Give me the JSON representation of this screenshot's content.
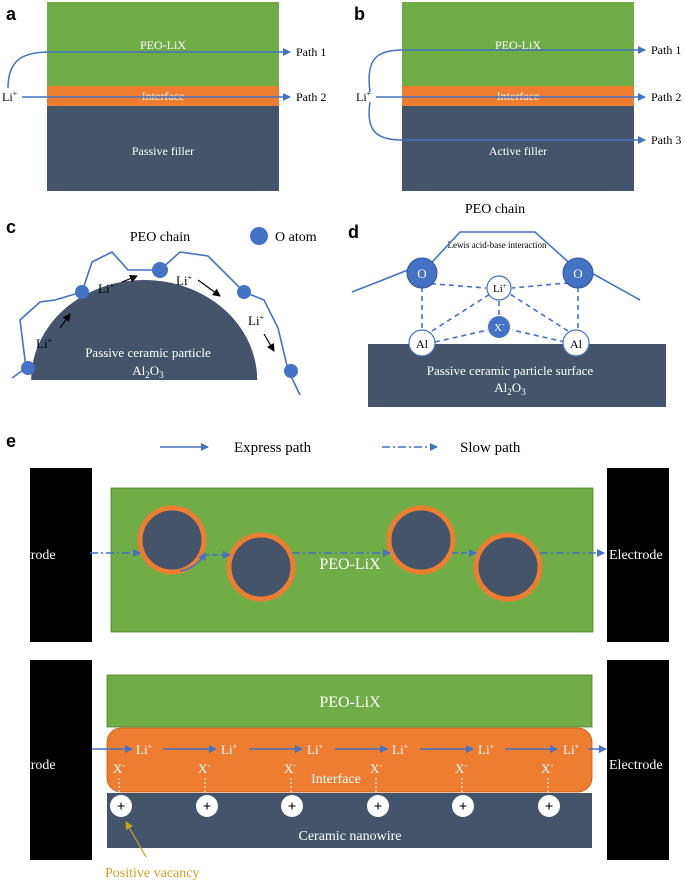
{
  "colors": {
    "green": "#70AD47",
    "orange": "#ED7D31",
    "navy": "#44546A",
    "blue": "#4472C4",
    "black": "#000000",
    "white": "#FFFFFF",
    "gold": "#C9A227"
  },
  "panel_a": {
    "label": "a",
    "layer_top": "PEO-LiX",
    "layer_mid": "Interface",
    "layer_bottom": "Passive filler",
    "ion": "Li",
    "ion_sup": "+",
    "path1": "Path 1",
    "path2": "Path 2"
  },
  "panel_b": {
    "label": "b",
    "layer_top": "PEO-LiX",
    "layer_mid": "Interface",
    "layer_bottom": "Active filler",
    "ion": "Li",
    "ion_sup": "+",
    "path1": "Path 1",
    "path2": "Path 2",
    "path3": "Path 3"
  },
  "panel_c": {
    "label": "c",
    "chain_title": "PEO chain",
    "legend_label": "O atom",
    "particle_line1": "Passive ceramic particle",
    "particle_line2_base": "Al",
    "particle_line2_sub1": "2",
    "particle_line2_mid": "O",
    "particle_line2_sub2": "3",
    "ions": [
      {
        "base": "Li",
        "sup": "+"
      },
      {
        "base": "Li",
        "sup": "+"
      },
      {
        "base": "Li",
        "sup": "+"
      },
      {
        "base": "Li",
        "sup": "+"
      }
    ]
  },
  "panel_d": {
    "label": "d",
    "chain_title": "PEO chain",
    "interaction": "Lewis acid-base interaction",
    "o_label": "O",
    "al_label": "Al",
    "li_base": "Li",
    "li_sup": "+",
    "x_base": "X",
    "x_sup": "-",
    "surface_line1": "Passive ceramic particle surface",
    "surface_line2_base": "Al",
    "surface_line2_sub1": "2",
    "surface_line2_mid": "O",
    "surface_line2_sub2": "3"
  },
  "panel_e": {
    "label": "e",
    "legend_express": "Express path",
    "legend_slow": "Slow path",
    "top": {
      "electrode_left": "Electrode",
      "electrode_right": "Electrode",
      "matrix": "PEO-LiX"
    },
    "bottom": {
      "electrode_left": "Electrode",
      "electrode_right": "Electrode",
      "matrix": "PEO-LiX",
      "interface": "Interface",
      "nanowire": "Ceramic nanowire",
      "vacancy_label": "Positive vacancy",
      "ion_base": "Li",
      "ion_sup": "+",
      "anion_base": "X",
      "anion_sup": "-",
      "vacancy_symbol": "+"
    }
  }
}
